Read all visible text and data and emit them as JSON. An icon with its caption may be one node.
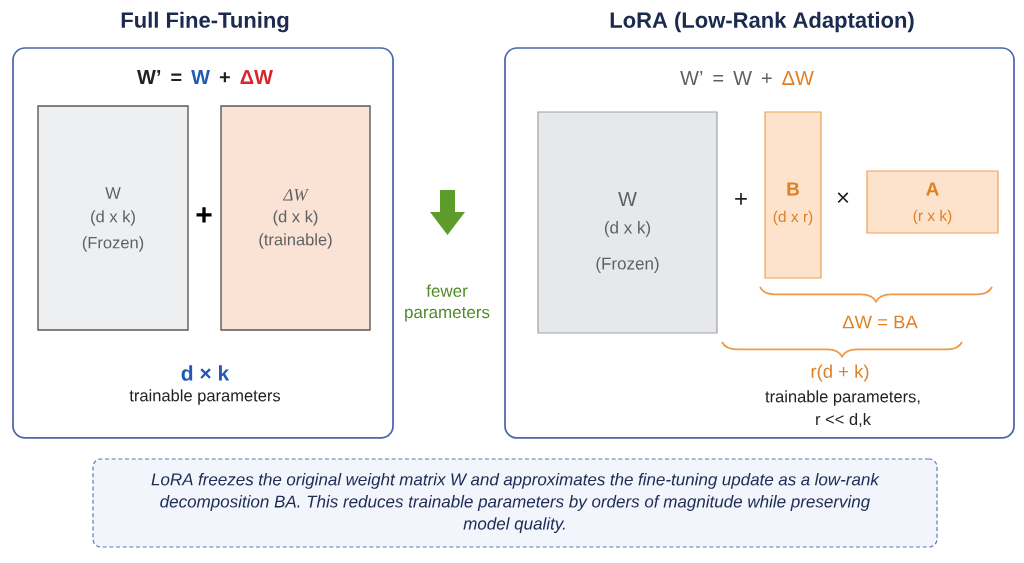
{
  "diagram": {
    "nodes": [
      {
        "text": [
          "Full Fine-Tuning",
          "W’ = W + ΔW",
          "d × k",
          "trainable parameters"
        ]
      },
      {
        "text": [
          "W",
          "(d x k)",
          "(Frozen)"
        ],
        "in": 0
      },
      {
        "text": [
          "ΔW",
          "(d x k)",
          "(trainable)"
        ],
        "in": 0
      },
      {
        "text": [
          "LoRA (Low-Rank Adaptation)",
          "W’ = W + ΔW",
          "ΔW = BA",
          "r(d + k)",
          "trainable parameters,",
          "r << d,k"
        ]
      },
      {
        "text": [
          "W",
          "(d x k)",
          "(Frozen)"
        ],
        "in": 3
      },
      {
        "text": [
          "B",
          "(d x r)"
        ],
        "in": 3
      },
      {
        "text": [
          "A",
          "(r x k)"
        ],
        "in": 3
      },
      {
        "text": [
          "LoRA freezes the original weight matrix W and approximates the fine-tuning update as a low-rank decomposition BA. This reduces trainable parameters by orders of magnitude while preserving model quality."
        ]
      }
    ],
    "labels": [
      "+",
      "fewer parameters",
      "+",
      "×"
    ]
  }
}
